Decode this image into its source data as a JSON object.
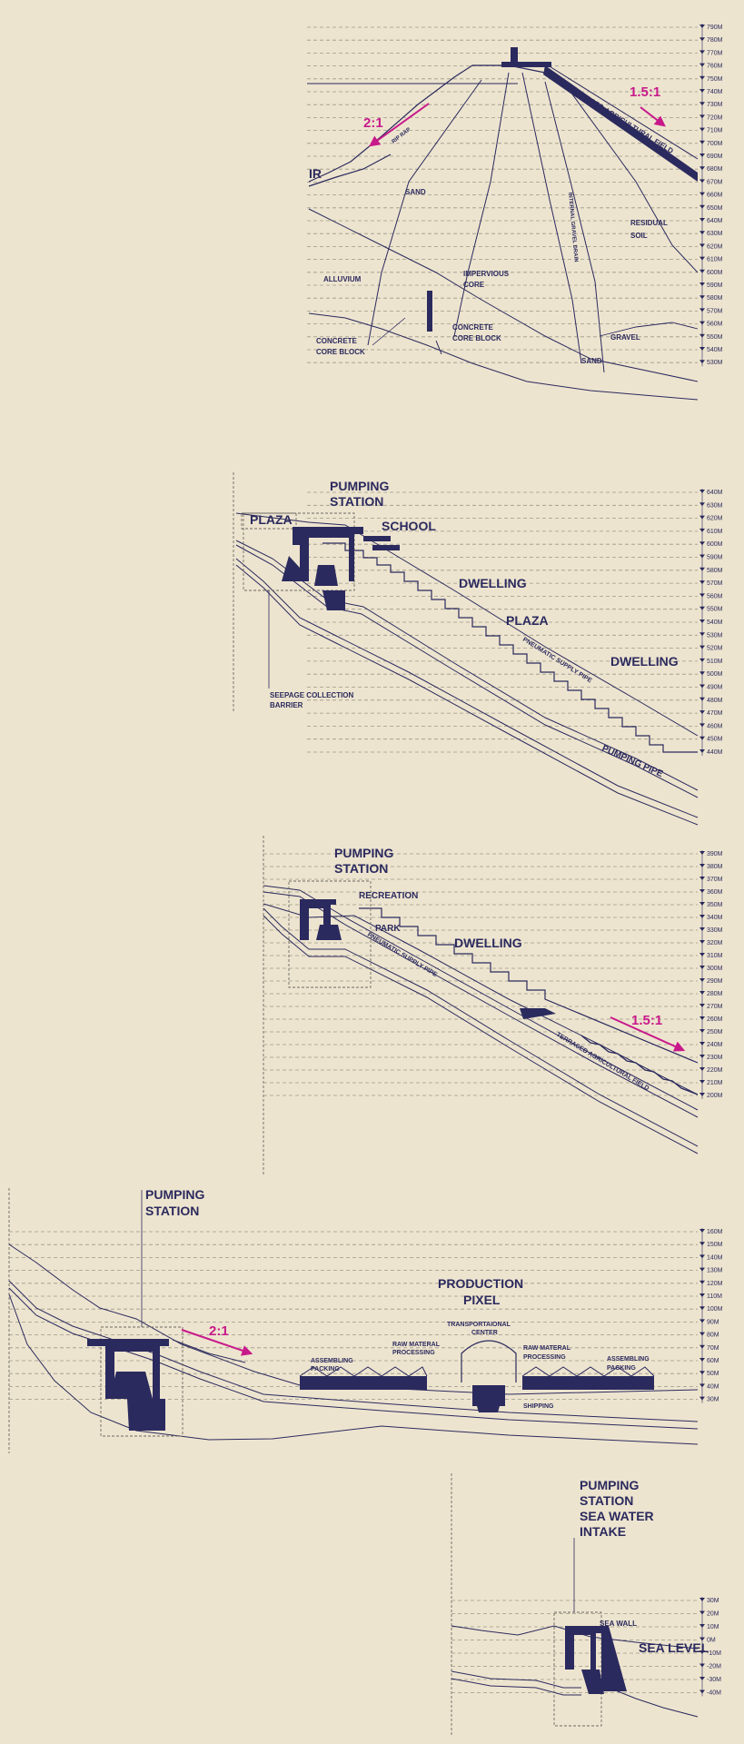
{
  "colors": {
    "background": "#ede4cf",
    "ink": "#2b2a5e",
    "slope_arrow": "#c8198a"
  },
  "dam": {
    "ticks": [
      "790M",
      "780M",
      "770M",
      "760M",
      "750M",
      "740M",
      "730M",
      "720M",
      "710M",
      "700M",
      "690M",
      "680M",
      "670M",
      "660M",
      "650M",
      "640M",
      "630M",
      "620M",
      "610M",
      "600M",
      "590M",
      "580M",
      "570M",
      "560M",
      "550M",
      "540M",
      "530M"
    ],
    "labels": {
      "terraced": "TERRACED AGRICULTURAL FIELD",
      "slope_right": "1.5:1",
      "slope_left": "2:1",
      "rip_rap": "RIP RAP",
      "ir": "IR",
      "sand_top": "SAND",
      "residual": "RESIDUAL",
      "soil": "SOIL",
      "internal_drain": "INTERNAL GRAVEL DRAIN",
      "alluvium": "ALLUVIUM",
      "impervious1": "IMPERVIOUS",
      "impervious2": "CORE",
      "concrete1a": "CONCRETE",
      "concrete1b": "CORE BLOCK",
      "concrete2a": "CONCRETE",
      "concrete2b": "CORE BLOCK",
      "gravel": "GRAVEL",
      "sand_bottom": "SAND"
    }
  },
  "upper": {
    "ticks": [
      "640M",
      "630M",
      "620M",
      "610M",
      "600M",
      "590M",
      "580M",
      "570M",
      "560M",
      "550M",
      "540M",
      "530M",
      "520M",
      "510M",
      "500M",
      "490M",
      "480M",
      "470M",
      "460M",
      "450M",
      "440M"
    ],
    "labels": {
      "pumping1": "PUMPING",
      "pumping2": "STATION",
      "plaza1": "PLAZA",
      "school": "SCHOOL",
      "dwelling1": "DWELLING",
      "plaza2": "PLAZA",
      "dwelling2": "DWELLING",
      "pneumatic": "PNEUMATIC SUPPLY PIPE",
      "pumping_pipe": "PUMPING PIPE",
      "seepage1": "SEEPAGE COLLECTION",
      "seepage2": "BARRIER"
    }
  },
  "middle": {
    "ticks": [
      "390M",
      "380M",
      "370M",
      "360M",
      "350M",
      "340M",
      "330M",
      "320M",
      "310M",
      "300M",
      "290M",
      "280M",
      "270M",
      "260M",
      "250M",
      "240M",
      "230M",
      "220M",
      "210M",
      "200M"
    ],
    "labels": {
      "pumping1": "PUMPING",
      "pumping2": "STATION",
      "recreation": "RECREATION",
      "park": "PARK",
      "dwelling": "DWELLING",
      "pneumatic": "PNEUMATIC SUPPLY PIPE",
      "slope": "1.5:1",
      "terraced": "TERRACED AGRICULTURAL FIELD"
    }
  },
  "lower": {
    "ticks": [
      "160M",
      "150M",
      "140M",
      "130M",
      "120M",
      "110M",
      "100M",
      "90M",
      "80M",
      "70M",
      "60M",
      "50M",
      "40M",
      "30M"
    ],
    "labels": {
      "pumping1": "PUMPING",
      "pumping2": "STATION",
      "slope": "2:1",
      "production1": "PRODUCTION",
      "production2": "PIXEL",
      "transport1": "TRANSPORTAIONAL",
      "transport2": "CENTER",
      "raw_left1": "RAW MATERAL",
      "raw_left2": "PROCESSING",
      "raw_right1": "RAW MATERAL",
      "raw_right2": "PROCESSING",
      "assembling_left1": "ASSEMBLING",
      "assembling_left2": "PACKING",
      "assembling_right1": "ASSEMBLING",
      "assembling_right2": "PACKING",
      "shipping": "SHIPPING"
    }
  },
  "sea": {
    "ticks": [
      "30M",
      "20M",
      "10M",
      "0M",
      "-10M",
      "-20M",
      "-30M",
      "-40M"
    ],
    "labels": {
      "line1": "PUMPING",
      "line2": "STATION",
      "line3": "SEA WATER",
      "line4": "INTAKE",
      "sea_wall": "SEA WALL",
      "sea_level": "SEA LEVEL"
    }
  }
}
